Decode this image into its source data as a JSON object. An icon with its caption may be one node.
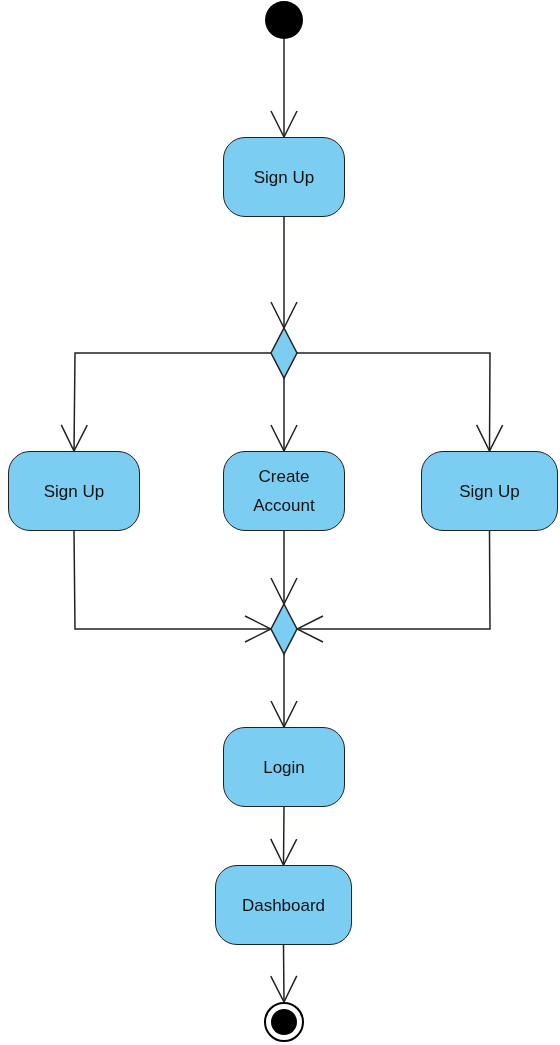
{
  "diagram": {
    "nodes": [
      {
        "text": [],
        "shape": "circle"
      },
      {
        "text": [
          "Sign Up"
        ]
      },
      {
        "text": [],
        "shape": "diamond"
      },
      {
        "text": [
          "Sign Up"
        ]
      },
      {
        "text": [
          "Create Account"
        ]
      },
      {
        "text": [
          "Sign Up"
        ]
      },
      {
        "text": [],
        "shape": "diamond"
      },
      {
        "text": [
          "Login"
        ]
      },
      {
        "text": [
          "Dashboard"
        ]
      },
      {
        "text": [],
        "shape": "bullseye"
      }
    ],
    "edges": [
      {
        "from": 0,
        "to": 1,
        "arrow": "to"
      },
      {
        "from": 1,
        "to": 2,
        "arrow": "to"
      },
      {
        "from": 2,
        "to": 3,
        "arrow": "to"
      },
      {
        "from": 2,
        "to": 4,
        "arrow": "to"
      },
      {
        "from": 2,
        "to": 5,
        "arrow": "to"
      },
      {
        "from": 3,
        "to": 6,
        "arrow": "to"
      },
      {
        "from": 4,
        "to": 6,
        "arrow": "to"
      },
      {
        "from": 5,
        "to": 6,
        "arrow": "to"
      },
      {
        "from": 6,
        "to": 7,
        "arrow": "to"
      },
      {
        "from": 7,
        "to": 8,
        "arrow": "to"
      },
      {
        "from": 8,
        "to": 9,
        "arrow": "to"
      }
    ]
  }
}
